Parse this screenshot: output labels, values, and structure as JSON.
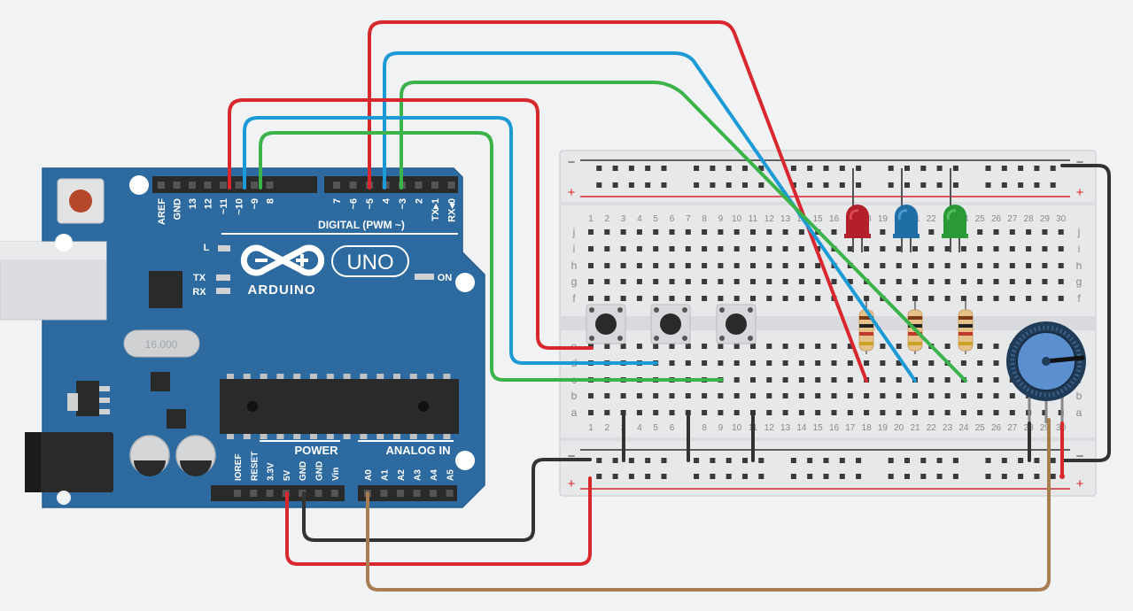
{
  "arduino": {
    "logo_text": "ARDUINO",
    "model": "UNO",
    "crystal": "16.000",
    "digital_title": "DIGITAL (PWM ~)",
    "digital_pins_left": [
      "AREF",
      "GND",
      "13",
      "12",
      "~11",
      "~10",
      "~9",
      "8"
    ],
    "digital_pins_right": [
      "7",
      "~6",
      "~5",
      "4",
      "~3",
      "2",
      "TX▸1",
      "RX◂0"
    ],
    "led_labels": {
      "l": "L",
      "tx": "TX",
      "rx": "RX",
      "on": "ON"
    },
    "power_title": "POWER",
    "power_pins": [
      "IOREF",
      "RESET",
      "3.3V",
      "5V",
      "GND",
      "GND",
      "Vin"
    ],
    "analog_title": "ANALOG IN",
    "analog_pins": [
      "A0",
      "A1",
      "A2",
      "A3",
      "A4",
      "A5"
    ]
  },
  "breadboard": {
    "columns": [
      "1",
      "2",
      "3",
      "4",
      "5",
      "6",
      "7",
      "8",
      "9",
      "10",
      "11",
      "12",
      "13",
      "14",
      "15",
      "16",
      "17",
      "18",
      "19",
      "20",
      "21",
      "22",
      "23",
      "24",
      "25",
      "26",
      "27",
      "28",
      "29",
      "30"
    ],
    "rows_top": [
      "j",
      "i",
      "h",
      "g",
      "f"
    ],
    "rows_bottom": [
      "e",
      "d",
      "c",
      "b",
      "a"
    ],
    "rail_minus": "−",
    "rail_plus": "+"
  },
  "components": {
    "pushbuttons": 3,
    "leds": [
      {
        "color": "#b3202a",
        "highlight": "#d94a52"
      },
      {
        "color": "#1f6fa6",
        "highlight": "#4a98cc"
      },
      {
        "color": "#2a9a36",
        "highlight": "#55c060"
      }
    ],
    "resistors": 3,
    "potentiometer": 1
  },
  "colors": {
    "board_blue": "#2d6aa0",
    "wire_red": "#d8272d",
    "wire_blue": "#1b9ad6",
    "wire_green": "#3cb34a",
    "wire_black": "#333333",
    "wire_brown": "#a87d52"
  }
}
